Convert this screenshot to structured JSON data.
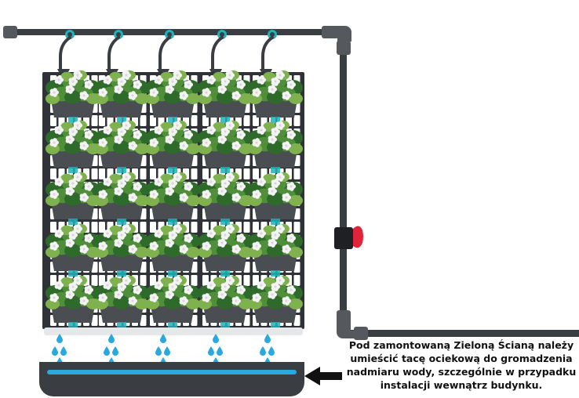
{
  "caption": {
    "lines": [
      "Pod zamontowaną Zieloną Ścianą należy",
      "umieścić tacę ociekową do gromadzenia",
      "nadmiaru wody, szczególnie w przypadku",
      "instalacji wewnątrz budynku."
    ]
  },
  "wall": {
    "columns": 5,
    "rows": 5
  },
  "colors": {
    "pipe": "#3a3d42",
    "fitting": "#55595e",
    "connector_accent": "#1fb3b8",
    "valve_handle": "#e0243a",
    "pot": "#4a4d52",
    "leaf_dark": "#2e6b2a",
    "leaf_mid": "#4f8f3a",
    "leaf_light": "#7fb24e",
    "flower": "#f4f4f4",
    "water_drop": "#29a9e0",
    "tray": "#3a3d42",
    "tray_water": "#29a9e0",
    "arrow": "#111111"
  },
  "icons": {
    "arrow": "arrow-left-icon",
    "valve": "valve-icon",
    "drop": "water-drop-icon"
  }
}
